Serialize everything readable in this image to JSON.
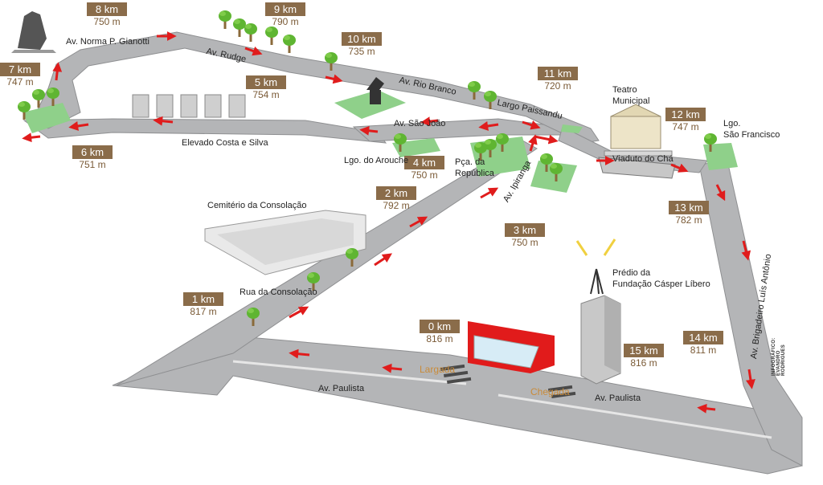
{
  "markers": [
    {
      "id": "k0",
      "km": "0 km",
      "alt": "816 m"
    },
    {
      "id": "k1",
      "km": "1 km",
      "alt": "817 m"
    },
    {
      "id": "k2",
      "km": "2 km",
      "alt": "792 m"
    },
    {
      "id": "k3",
      "km": "3 km",
      "alt": "750 m"
    },
    {
      "id": "k4",
      "km": "4 km",
      "alt": "750 m"
    },
    {
      "id": "k5",
      "km": "5 km",
      "alt": "754 m"
    },
    {
      "id": "k6",
      "km": "6 km",
      "alt": "751 m"
    },
    {
      "id": "k7",
      "km": "7 km",
      "alt": "747 m"
    },
    {
      "id": "k8",
      "km": "8 km",
      "alt": "750 m"
    },
    {
      "id": "k9",
      "km": "9 km",
      "alt": "790 m"
    },
    {
      "id": "k10",
      "km": "10 km",
      "alt": "735 m"
    },
    {
      "id": "k11",
      "km": "11 km",
      "alt": "720 m"
    },
    {
      "id": "k12",
      "km": "12 km",
      "alt": "747 m"
    },
    {
      "id": "k13",
      "km": "13 km",
      "alt": "782 m"
    },
    {
      "id": "k14",
      "km": "14 km",
      "alt": "811 m"
    },
    {
      "id": "k15",
      "km": "15 km",
      "alt": "816 m"
    }
  ],
  "streets": {
    "norma": "Av. Norma P. Gianotti",
    "rudge": "Av. Rudge",
    "rio_branco": "Av. Rio Branco",
    "paissandu": "Largo Paissandu",
    "sao_joao": "Av. São João",
    "arouche": "Lgo. do Arouche",
    "elevado": "Elevado Costa e Silva",
    "ipiranga": "Av. Ipiranga",
    "consolacao": "Rua da Consolação",
    "paulista_left": "Av. Paulista",
    "paulista_right": "Av. Paulista",
    "brigadeiro": "Av. Brigadeiro Luís Antônio",
    "viaduto": "Viaduto do Chá"
  },
  "landmarks": {
    "teatro_1": "Teatro",
    "teatro_2": "Municipal",
    "sao_francisco_1": "Lgo.",
    "sao_francisco_2": "São Francisco",
    "republica_1": "Pça. da",
    "republica_2": "República",
    "cemiterio": "Cemitério da Consolação",
    "predio_1": "Prédio da",
    "predio_2": "Fundação Cásper Líbero"
  },
  "race": {
    "start": "Largada",
    "finish": "Chegada"
  },
  "credit": "INFOGRÁFICO: EVANDRO RODRIGUES",
  "colors": {
    "road": "#b4b5b7",
    "road_edge": "#8e8f91",
    "arrow": "#e01c1c",
    "tree": "#5fb532",
    "park": "#8fd08a",
    "marker": "#8a6c4a"
  }
}
